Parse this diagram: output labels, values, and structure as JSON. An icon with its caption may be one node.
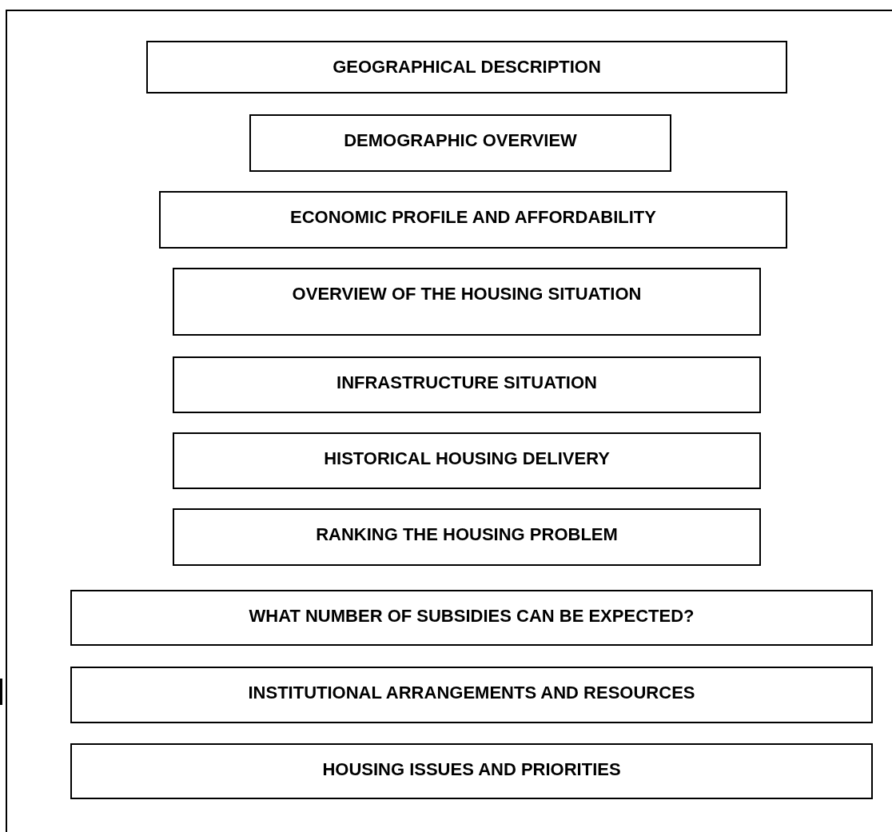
{
  "diagram": {
    "nodes": [
      {
        "text": [
          "GEOGRAPHICAL DESCRIPTION"
        ]
      },
      {
        "text": [
          "DEMOGRAPHIC OVERVIEW"
        ]
      },
      {
        "text": [
          "ECONOMIC PROFILE AND AFFORDABILITY"
        ]
      },
      {
        "text": [
          "OVERVIEW OF THE HOUSING SITUATION"
        ]
      },
      {
        "text": [
          "INFRASTRUCTURE SITUATION"
        ]
      },
      {
        "text": [
          "HISTORICAL HOUSING DELIVERY"
        ]
      },
      {
        "text": [
          "RANKING THE HOUSING PROBLEM"
        ]
      },
      {
        "text": [
          "WHAT NUMBER OF SUBSIDIES CAN BE EXPECTED?"
        ]
      },
      {
        "text": [
          "INSTITUTIONAL ARRANGEMENTS AND RESOURCES"
        ]
      },
      {
        "text": [
          "HOUSING ISSUES AND PRIORITIES"
        ]
      }
    ]
  }
}
